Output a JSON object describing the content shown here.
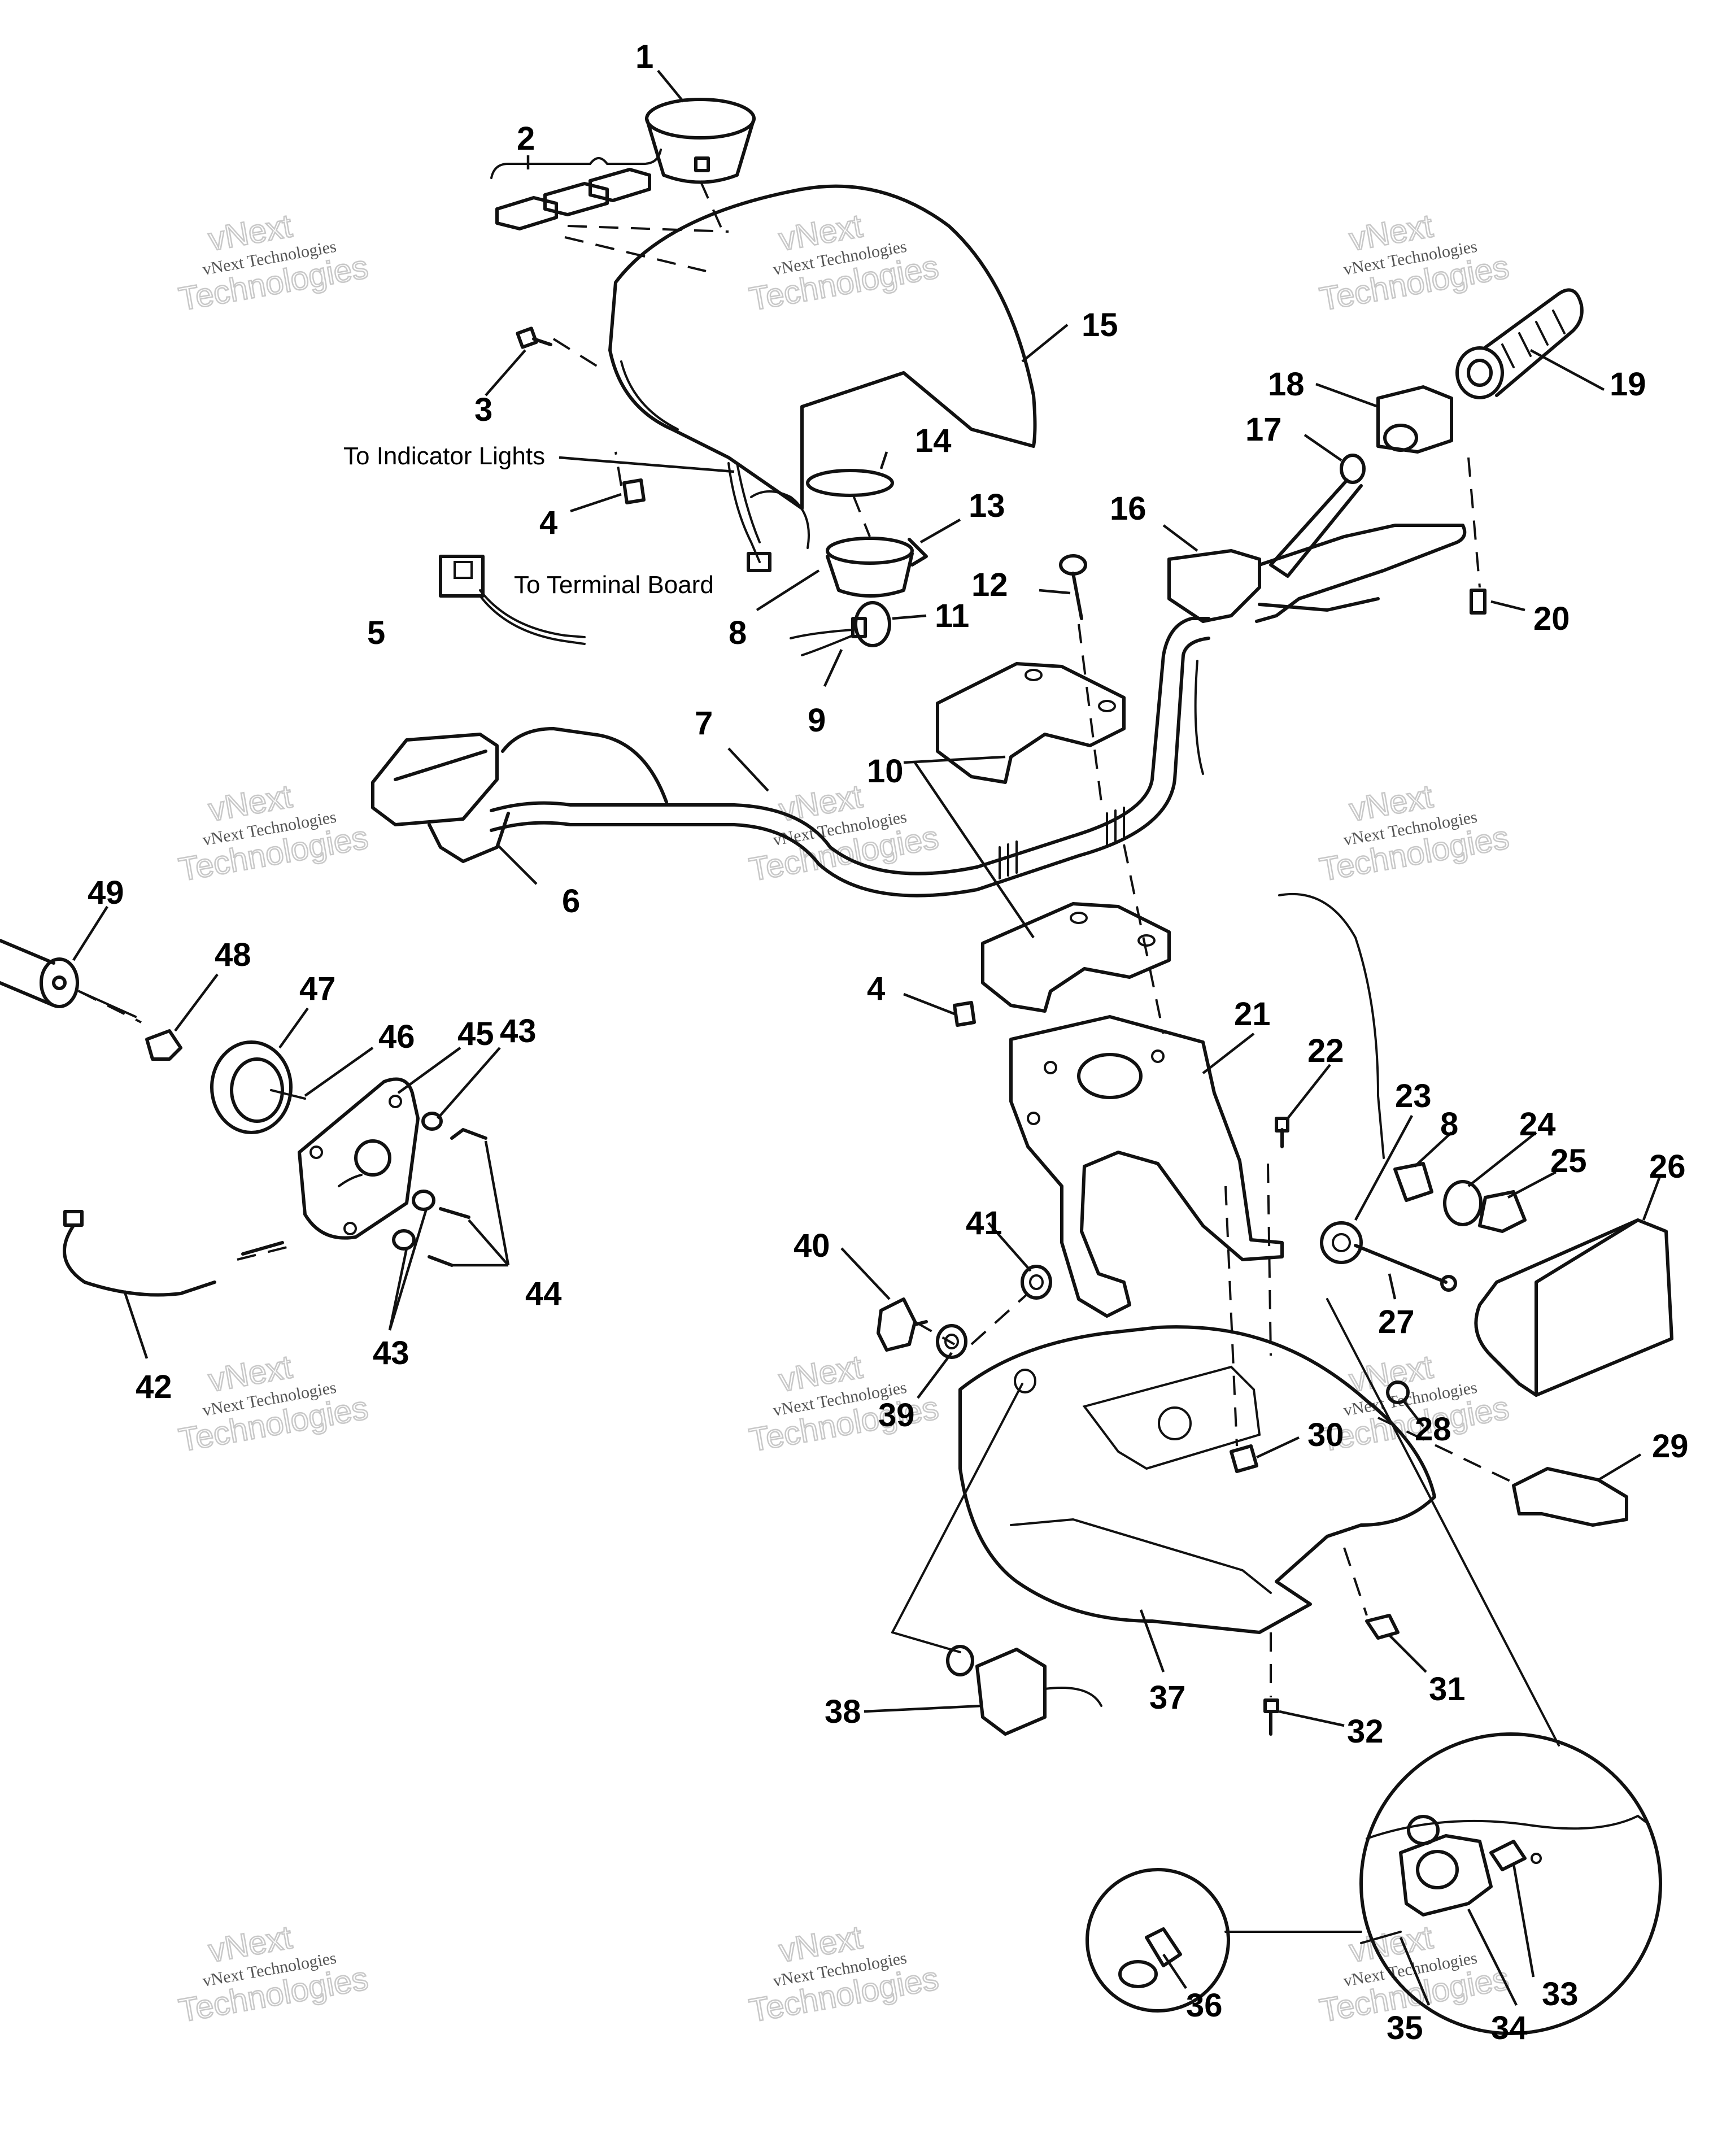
{
  "notes": {
    "indicator": "To Indicator Lights",
    "terminal": "To Terminal Board"
  },
  "watermark": {
    "line1": "vNext",
    "line2": "vNext Technologies",
    "line3": "Technologies"
  },
  "parts": [
    {
      "id": "p1",
      "label": "1"
    },
    {
      "id": "p2",
      "label": "2"
    },
    {
      "id": "p3",
      "label": "3"
    },
    {
      "id": "p4a",
      "label": "4"
    },
    {
      "id": "p5",
      "label": "5"
    },
    {
      "id": "p6",
      "label": "6"
    },
    {
      "id": "p7",
      "label": "7"
    },
    {
      "id": "p8a",
      "label": "8"
    },
    {
      "id": "p9",
      "label": "9"
    },
    {
      "id": "p10",
      "label": "10"
    },
    {
      "id": "p11",
      "label": "11"
    },
    {
      "id": "p12",
      "label": "12"
    },
    {
      "id": "p13",
      "label": "13"
    },
    {
      "id": "p14",
      "label": "14"
    },
    {
      "id": "p15",
      "label": "15"
    },
    {
      "id": "p16",
      "label": "16"
    },
    {
      "id": "p17",
      "label": "17"
    },
    {
      "id": "p18",
      "label": "18"
    },
    {
      "id": "p19",
      "label": "19"
    },
    {
      "id": "p20",
      "label": "20"
    },
    {
      "id": "p4b",
      "label": "4"
    },
    {
      "id": "p21",
      "label": "21"
    },
    {
      "id": "p22",
      "label": "22"
    },
    {
      "id": "p23",
      "label": "23"
    },
    {
      "id": "p8b",
      "label": "8"
    },
    {
      "id": "p24",
      "label": "24"
    },
    {
      "id": "p25",
      "label": "25"
    },
    {
      "id": "p26",
      "label": "26"
    },
    {
      "id": "p27",
      "label": "27"
    },
    {
      "id": "p28",
      "label": "28"
    },
    {
      "id": "p29",
      "label": "29"
    },
    {
      "id": "p30",
      "label": "30"
    },
    {
      "id": "p31",
      "label": "31"
    },
    {
      "id": "p32",
      "label": "32"
    },
    {
      "id": "p33",
      "label": "33"
    },
    {
      "id": "p34",
      "label": "34"
    },
    {
      "id": "p35",
      "label": "35"
    },
    {
      "id": "p36",
      "label": "36"
    },
    {
      "id": "p37",
      "label": "37"
    },
    {
      "id": "p38",
      "label": "38"
    },
    {
      "id": "p39",
      "label": "39"
    },
    {
      "id": "p40",
      "label": "40"
    },
    {
      "id": "p41",
      "label": "41"
    },
    {
      "id": "p42",
      "label": "42"
    },
    {
      "id": "p43a",
      "label": "43"
    },
    {
      "id": "p43b",
      "label": "43"
    },
    {
      "id": "p44",
      "label": "44"
    },
    {
      "id": "p45",
      "label": "45"
    },
    {
      "id": "p46",
      "label": "46"
    },
    {
      "id": "p47",
      "label": "47"
    },
    {
      "id": "p48",
      "label": "48"
    },
    {
      "id": "p49",
      "label": "49"
    }
  ]
}
